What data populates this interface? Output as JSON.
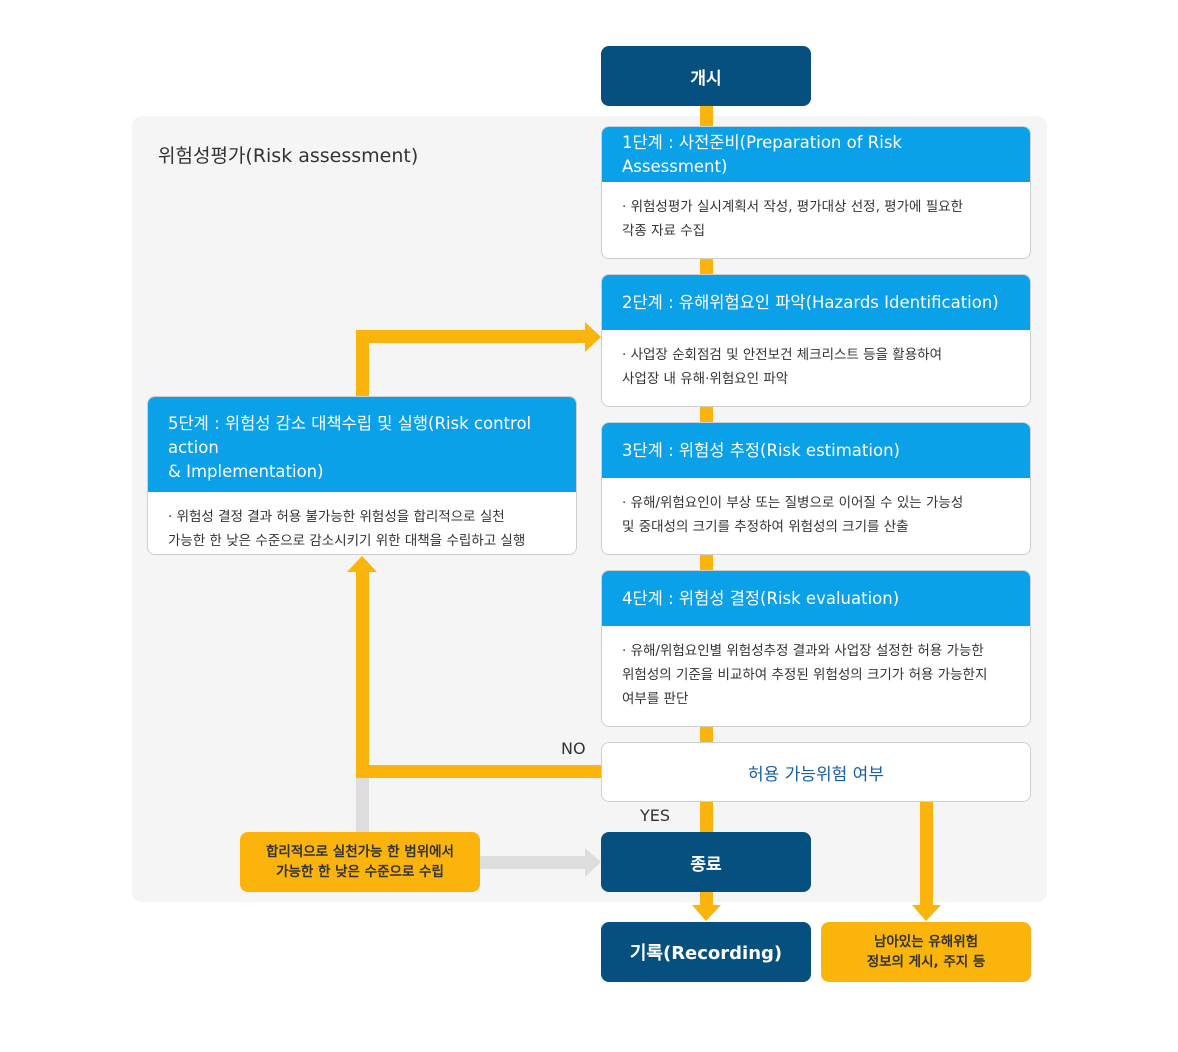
{
  "region_title": "위험성평가(Risk assessment)",
  "start_label": "개시",
  "steps": [
    {
      "title": "1단계 : 사전준비(Preparation of Risk Assessment)",
      "lines": [
        "· 위험성평가 실시계획서 작성, 평가대상 선정, 평가에 필요한",
        "각종 자료 수집"
      ]
    },
    {
      "title": "2단계 : 유해위험요인 파악(Hazards Identification)",
      "lines": [
        "· 사업장 순회점검 및 안전보건 체크리스트 등을 활용하여",
        "사업장 내 유해·위험요인 파악"
      ]
    },
    {
      "title": "3단계 : 위험성 추정(Risk estimation)",
      "lines": [
        "· 유해/위험요인이 부상 또는 질병으로 이어질 수 있는 가능성",
        "및 중대성의 크기를 추정하여 위험성의 크기를 산출"
      ]
    },
    {
      "title": "4단계 : 위험성 결정(Risk evaluation)",
      "lines": [
        "· 유해/위험요인별 위험성추정 결과와 사업장 설정한 허용 가능한",
        "위험성의 기준을 비교하여 추정된 위험성의 크기가 허용 가능한지",
        "여부를 판단"
      ]
    },
    {
      "title_lines": [
        "5단계 : 위험성 감소 대책수립 및 실행(Risk control action",
        "& Implementation)"
      ],
      "lines": [
        "· 위험성 결정 결과 허용 불가능한 위험성을 합리적으로 실천",
        "가능한 한 낮은 수준으로 감소시키기 위한 대책을 수립하고 실행"
      ]
    }
  ],
  "decision_label": "허용 가능위험 여부",
  "no_label": "NO",
  "yes_label": "YES",
  "end_label": "종료",
  "recording_label": "기록(Recording)",
  "reasonable_lines": [
    "합리적으로 실천가능 한 범위에서",
    "가능한 한 낮은 수준으로 수립"
  ],
  "residual_lines": [
    "남아있는 유해위험",
    "정보의 게시, 주지 등"
  ],
  "colors": {
    "dark_blue": "#05507e",
    "light_blue": "#0aa1e8",
    "orange": "#fbb40b",
    "gray_arrow": "#dddddd",
    "decision_text": "#1a5fa0"
  }
}
